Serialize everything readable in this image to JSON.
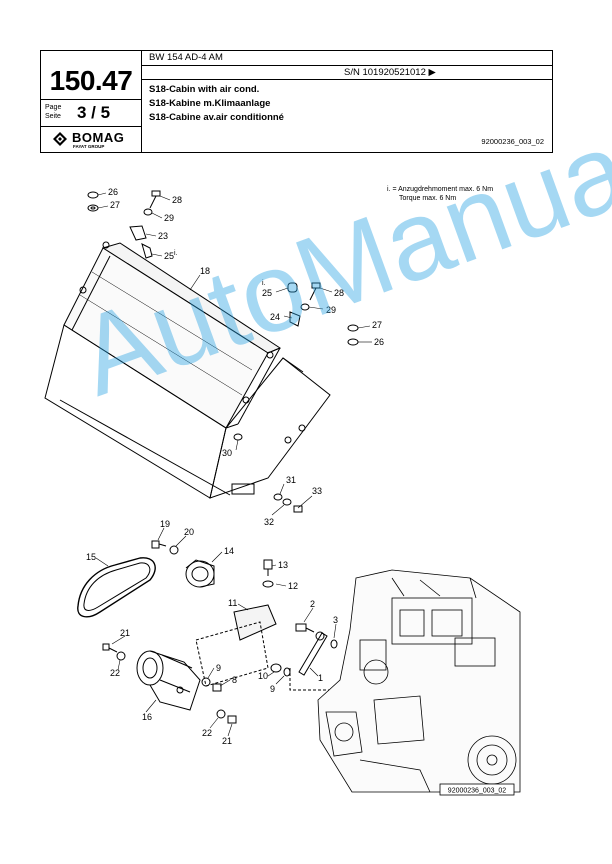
{
  "header": {
    "model": "BW 154 AD-4 AM",
    "serial": "S/N 101920521012",
    "doc_number": "150.47",
    "page_label_de": "Page",
    "page_label_fr": "Seite",
    "page": "3 / 5",
    "title_en": "S18-Cabin with air cond.",
    "title_de": "S18-Kabine m.Klimaanlage",
    "title_fr": "S18-Cabine av.air conditionné",
    "drawing_code": "92000236_003_02"
  },
  "logo": {
    "brand": "BOMAG",
    "group": "FAYAT GROUP",
    "color": "#000000"
  },
  "note": {
    "line1": "i. = Anzugdrehmoment max. 6 Nm",
    "line2": "Torque max. 6 Nm"
  },
  "drawing_code_box": "92000236_003_02",
  "watermark": {
    "text": "AutoManual",
    "color": "#2aa3e3"
  },
  "callouts": [
    "26",
    "27",
    "28",
    "29",
    "23",
    "25",
    "18",
    "25",
    "28",
    "24",
    "29",
    "27",
    "26",
    "30",
    "31",
    "33",
    "32",
    "19",
    "20",
    "14",
    "15",
    "13",
    "12",
    "11",
    "2",
    "3",
    "21",
    "22",
    "9",
    "8",
    "10",
    "9",
    "1",
    "16",
    "22",
    "21"
  ]
}
